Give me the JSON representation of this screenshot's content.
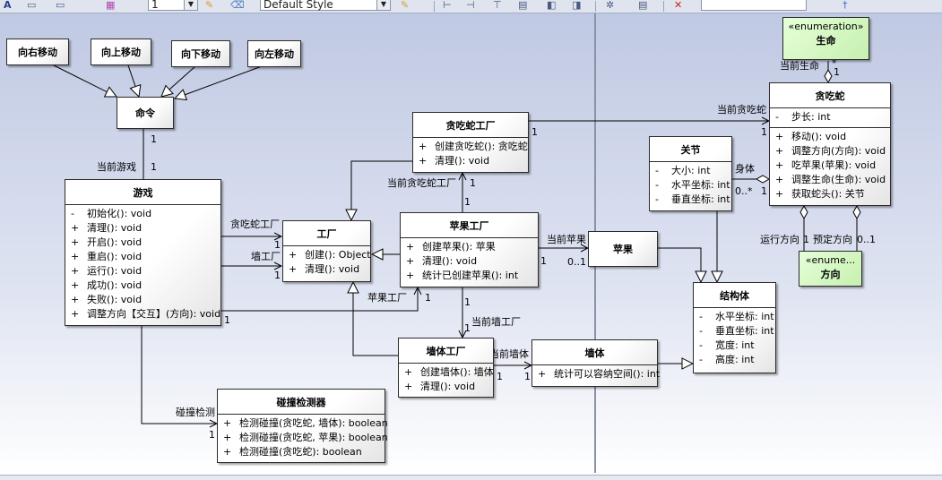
{
  "toolbar": {
    "style_value": "Default Style",
    "zoom_value": "1",
    "icons": [
      "text-icon",
      "font-color-icon",
      "fill-color-icon",
      "grid-color-icon",
      "line-width-combo",
      "pen-icon",
      "eraser-icon",
      "style-combo",
      "format-painter-icon",
      "align-left-icon",
      "align-right-icon",
      "align-top-icon",
      "distribute-icon",
      "bring-front-icon",
      "send-back-icon",
      "settings-icon",
      "properties-icon",
      "delete-icon",
      "search-box",
      "pin-icon"
    ]
  },
  "diagram": {
    "commands": {
      "move_right": "向右移动",
      "move_up": "向上移动",
      "move_down": "向下移动",
      "move_left": "向左移动",
      "command": "命令"
    },
    "game": {
      "title": "游戏",
      "methods": [
        {
          "vis": "-",
          "text": "初始化(): void"
        },
        {
          "vis": "+",
          "text": "清理(): void"
        },
        {
          "vis": "+",
          "text": "开启(): void"
        },
        {
          "vis": "+",
          "text": "重启(): void"
        },
        {
          "vis": "+",
          "text": "运行(): void"
        },
        {
          "vis": "+",
          "text": "成功(): void"
        },
        {
          "vis": "+",
          "text": "失败(): void"
        },
        {
          "vis": "+",
          "text": "调整方向【交互】(方向): void"
        }
      ]
    },
    "factory": {
      "title": "工厂",
      "methods": [
        {
          "vis": "+",
          "text": "创建(): Object"
        },
        {
          "vis": "+",
          "text": "清理(): void"
        }
      ]
    },
    "snake_factory": {
      "title": "贪吃蛇工厂",
      "methods": [
        {
          "vis": "+",
          "text": "创建贪吃蛇(): 贪吃蛇"
        },
        {
          "vis": "+",
          "text": "清理(): void"
        }
      ]
    },
    "apple_factory": {
      "title": "苹果工厂",
      "methods": [
        {
          "vis": "+",
          "text": "创建苹果(): 苹果"
        },
        {
          "vis": "+",
          "text": "清理(): void"
        },
        {
          "vis": "+",
          "text": "统计已创建苹果(): int"
        }
      ]
    },
    "wall_factory": {
      "title": "墙体工厂",
      "methods": [
        {
          "vis": "+",
          "text": "创建墙体(): 墙体"
        },
        {
          "vis": "+",
          "text": "清理(): void"
        }
      ]
    },
    "collision": {
      "title": "碰撞检测器",
      "methods": [
        {
          "vis": "+",
          "text": "检测碰撞(贪吃蛇, 墙体): boolean"
        },
        {
          "vis": "+",
          "text": "检测碰撞(贪吃蛇, 苹果): boolean"
        },
        {
          "vis": "+",
          "text": "检测碰撞(贪吃蛇): boolean"
        }
      ]
    },
    "apple": {
      "title": "苹果"
    },
    "wall": {
      "title": "墙体",
      "methods": [
        {
          "vis": "+",
          "text": "统计可以容纳空间(): int"
        }
      ]
    },
    "joint": {
      "title": "关节",
      "attributes": [
        {
          "vis": "-",
          "text": "大小: int"
        },
        {
          "vis": "-",
          "text": "水平坐标: int"
        },
        {
          "vis": "-",
          "text": "垂直坐标: int"
        }
      ]
    },
    "structure": {
      "title": "结构体",
      "attributes": [
        {
          "vis": "-",
          "text": "水平坐标: int"
        },
        {
          "vis": "-",
          "text": "垂直坐标: int"
        },
        {
          "vis": "-",
          "text": "宽度: int"
        },
        {
          "vis": "-",
          "text": "高度: int"
        }
      ]
    },
    "snake": {
      "title": "贪吃蛇",
      "attributes": [
        {
          "vis": "-",
          "text": "步长: int"
        }
      ],
      "methods": [
        {
          "vis": "+",
          "text": "移动(): void"
        },
        {
          "vis": "+",
          "text": "调整方向(方向): void"
        },
        {
          "vis": "+",
          "text": "吃苹果(苹果): void"
        },
        {
          "vis": "+",
          "text": "调整生命(生命): void"
        },
        {
          "vis": "+",
          "text": "获取蛇头(): 关节"
        }
      ]
    },
    "life_enum": {
      "stereotype": "«enumeration»",
      "title": "生命"
    },
    "direction_enum": {
      "stereotype": "«enume...",
      "title": "方向"
    },
    "labels": {
      "current_game": "当前游戏",
      "snake_factory_role": "贪吃蛇工厂",
      "wall_factory_role": "墙工厂",
      "apple_factory_role": "苹果工厂",
      "current_snake_factory": "当前贪吃蛇工厂",
      "current_snake": "当前贪吃蛇",
      "current_apple": "当前苹果",
      "current_wall_factory": "当前墙工厂",
      "current_wall": "当前墙体",
      "collision_role": "碰撞检测",
      "body": "身体",
      "current_life": "当前生命",
      "run_direction": "运行方向",
      "preset_direction": "预定方向",
      "m1": "1",
      "m01": "0..1",
      "m0star": "0..*",
      "star": "*"
    }
  }
}
